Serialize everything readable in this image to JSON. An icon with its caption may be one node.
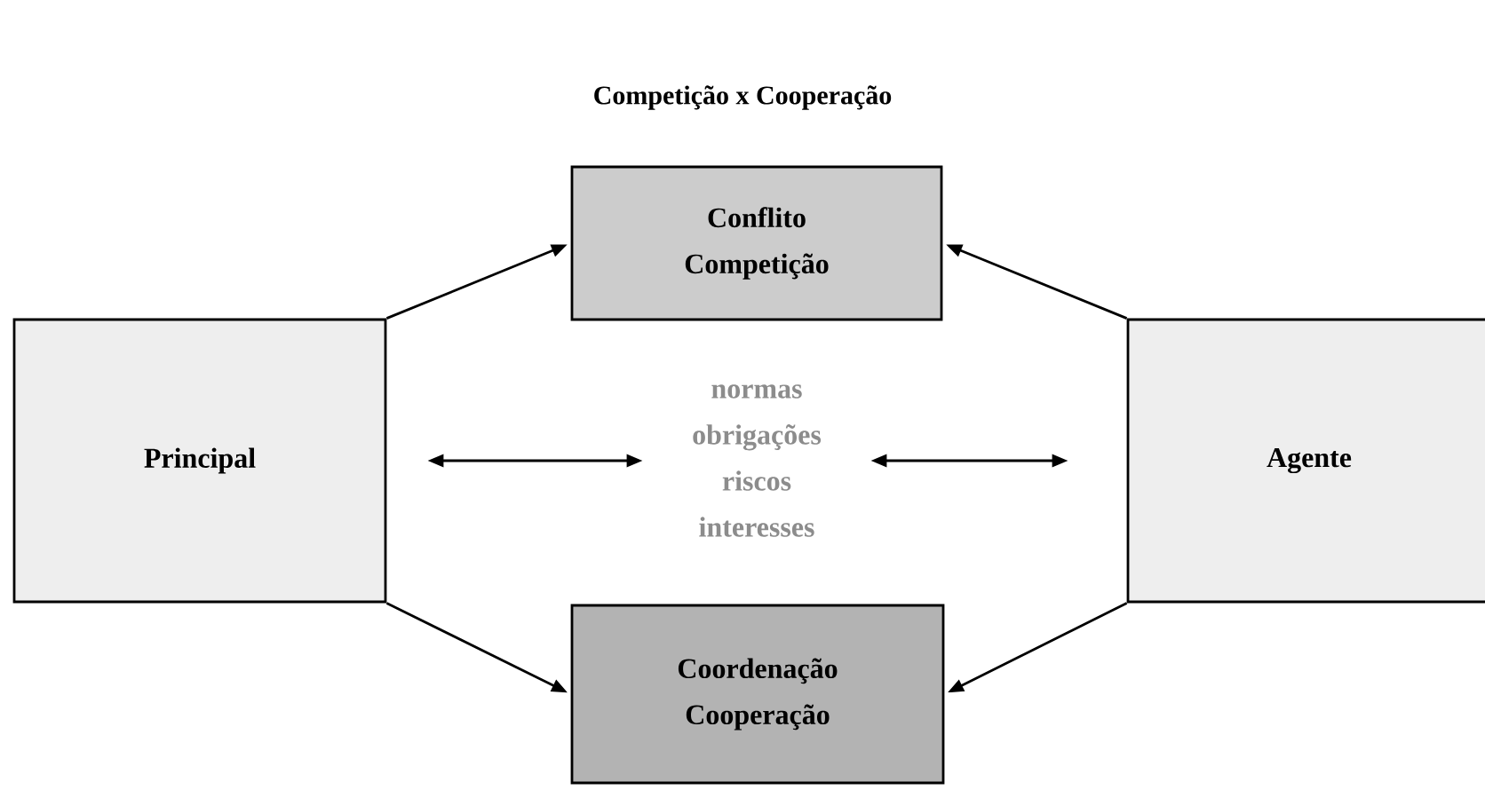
{
  "diagram": {
    "title": "Competição x Cooperação",
    "nodes": [
      {
        "text": [
          "Principal"
        ]
      },
      {
        "text": [
          "Conflito Competição"
        ]
      },
      {
        "text": [
          "Agente"
        ]
      },
      {
        "text": [
          "normas",
          "obrigações",
          "riscos",
          "interesses"
        ]
      },
      {
        "text": [
          "Coordenação Cooperação"
        ]
      }
    ],
    "edges": [
      {
        "from": 0,
        "to": 1,
        "arrow": "to"
      },
      {
        "from": 0,
        "to": 4,
        "arrow": "to"
      },
      {
        "from": 2,
        "to": 1,
        "arrow": "to"
      },
      {
        "from": 2,
        "to": 4,
        "arrow": "to"
      },
      {
        "from": 0,
        "to": 3,
        "arrow": "both"
      },
      {
        "from": 3,
        "to": 2,
        "arrow": "both"
      }
    ]
  }
}
